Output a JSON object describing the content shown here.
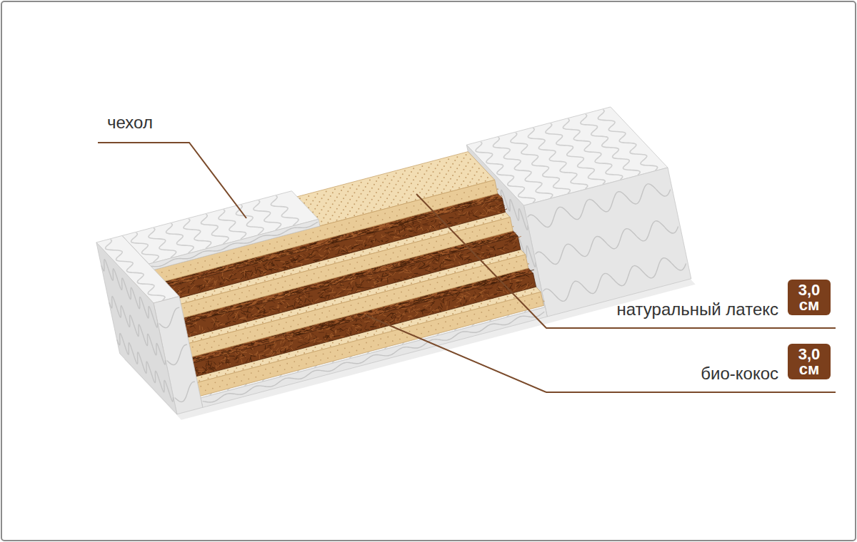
{
  "diagram": {
    "nodes": [
      {
        "text": [
          "3,0 см"
        ]
      },
      {
        "text": [
          "3,0 см"
        ]
      }
    ],
    "labels": [
      "чехол",
      "натуральный латекс",
      "био-кокос"
    ]
  }
}
